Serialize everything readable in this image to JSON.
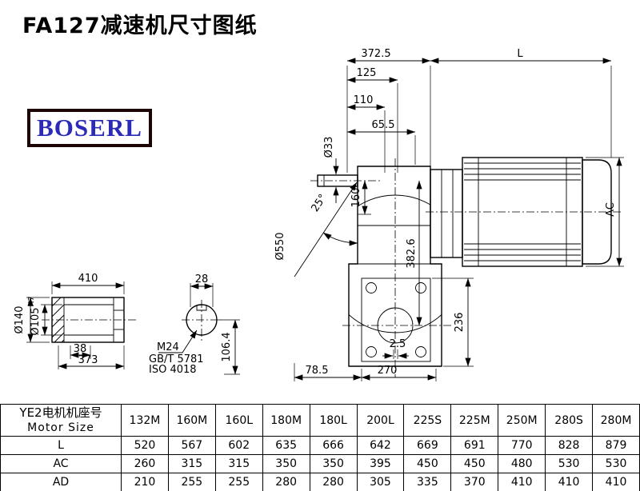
{
  "title": "FA127减速机尺寸图纸",
  "logo": "BOSERL",
  "dims": {
    "total_width": "372.5",
    "motor_length": "L",
    "d125": "125",
    "d110": "110",
    "d65_5": "65.5",
    "shaft_dia": "Ø33",
    "d160": "160",
    "angle": "25°",
    "wheel_dia": "Ø550",
    "d382_6": "382.6",
    "ac": "AC",
    "d236": "236",
    "d2_5": "2.5",
    "d78_5": "78.5",
    "d270": "270",
    "d410": "410",
    "bore_dia": "Ø140",
    "hollow_dia": "Ø105",
    "hollow_tol": "H7",
    "d38": "38",
    "d373": "373",
    "d28": "28",
    "thread": "M24",
    "std1": "GB/T 5781",
    "std2": "ISO 4018",
    "d106_4": "106.4"
  },
  "table": {
    "header_cn": "YE2电机机座号",
    "header_en": "Motor Size",
    "columns": [
      "132M",
      "160M",
      "160L",
      "180M",
      "180L",
      "200L",
      "225S",
      "225M",
      "250M",
      "280S",
      "280M"
    ],
    "rows": [
      {
        "label": "L",
        "values": [
          "520",
          "567",
          "602",
          "635",
          "666",
          "642",
          "669",
          "691",
          "770",
          "828",
          "879"
        ]
      },
      {
        "label": "AC",
        "values": [
          "260",
          "315",
          "315",
          "350",
          "350",
          "395",
          "450",
          "450",
          "480",
          "530",
          "530"
        ]
      },
      {
        "label": "AD",
        "values": [
          "210",
          "255",
          "255",
          "280",
          "280",
          "305",
          "335",
          "370",
          "410",
          "410",
          "410"
        ]
      }
    ]
  }
}
